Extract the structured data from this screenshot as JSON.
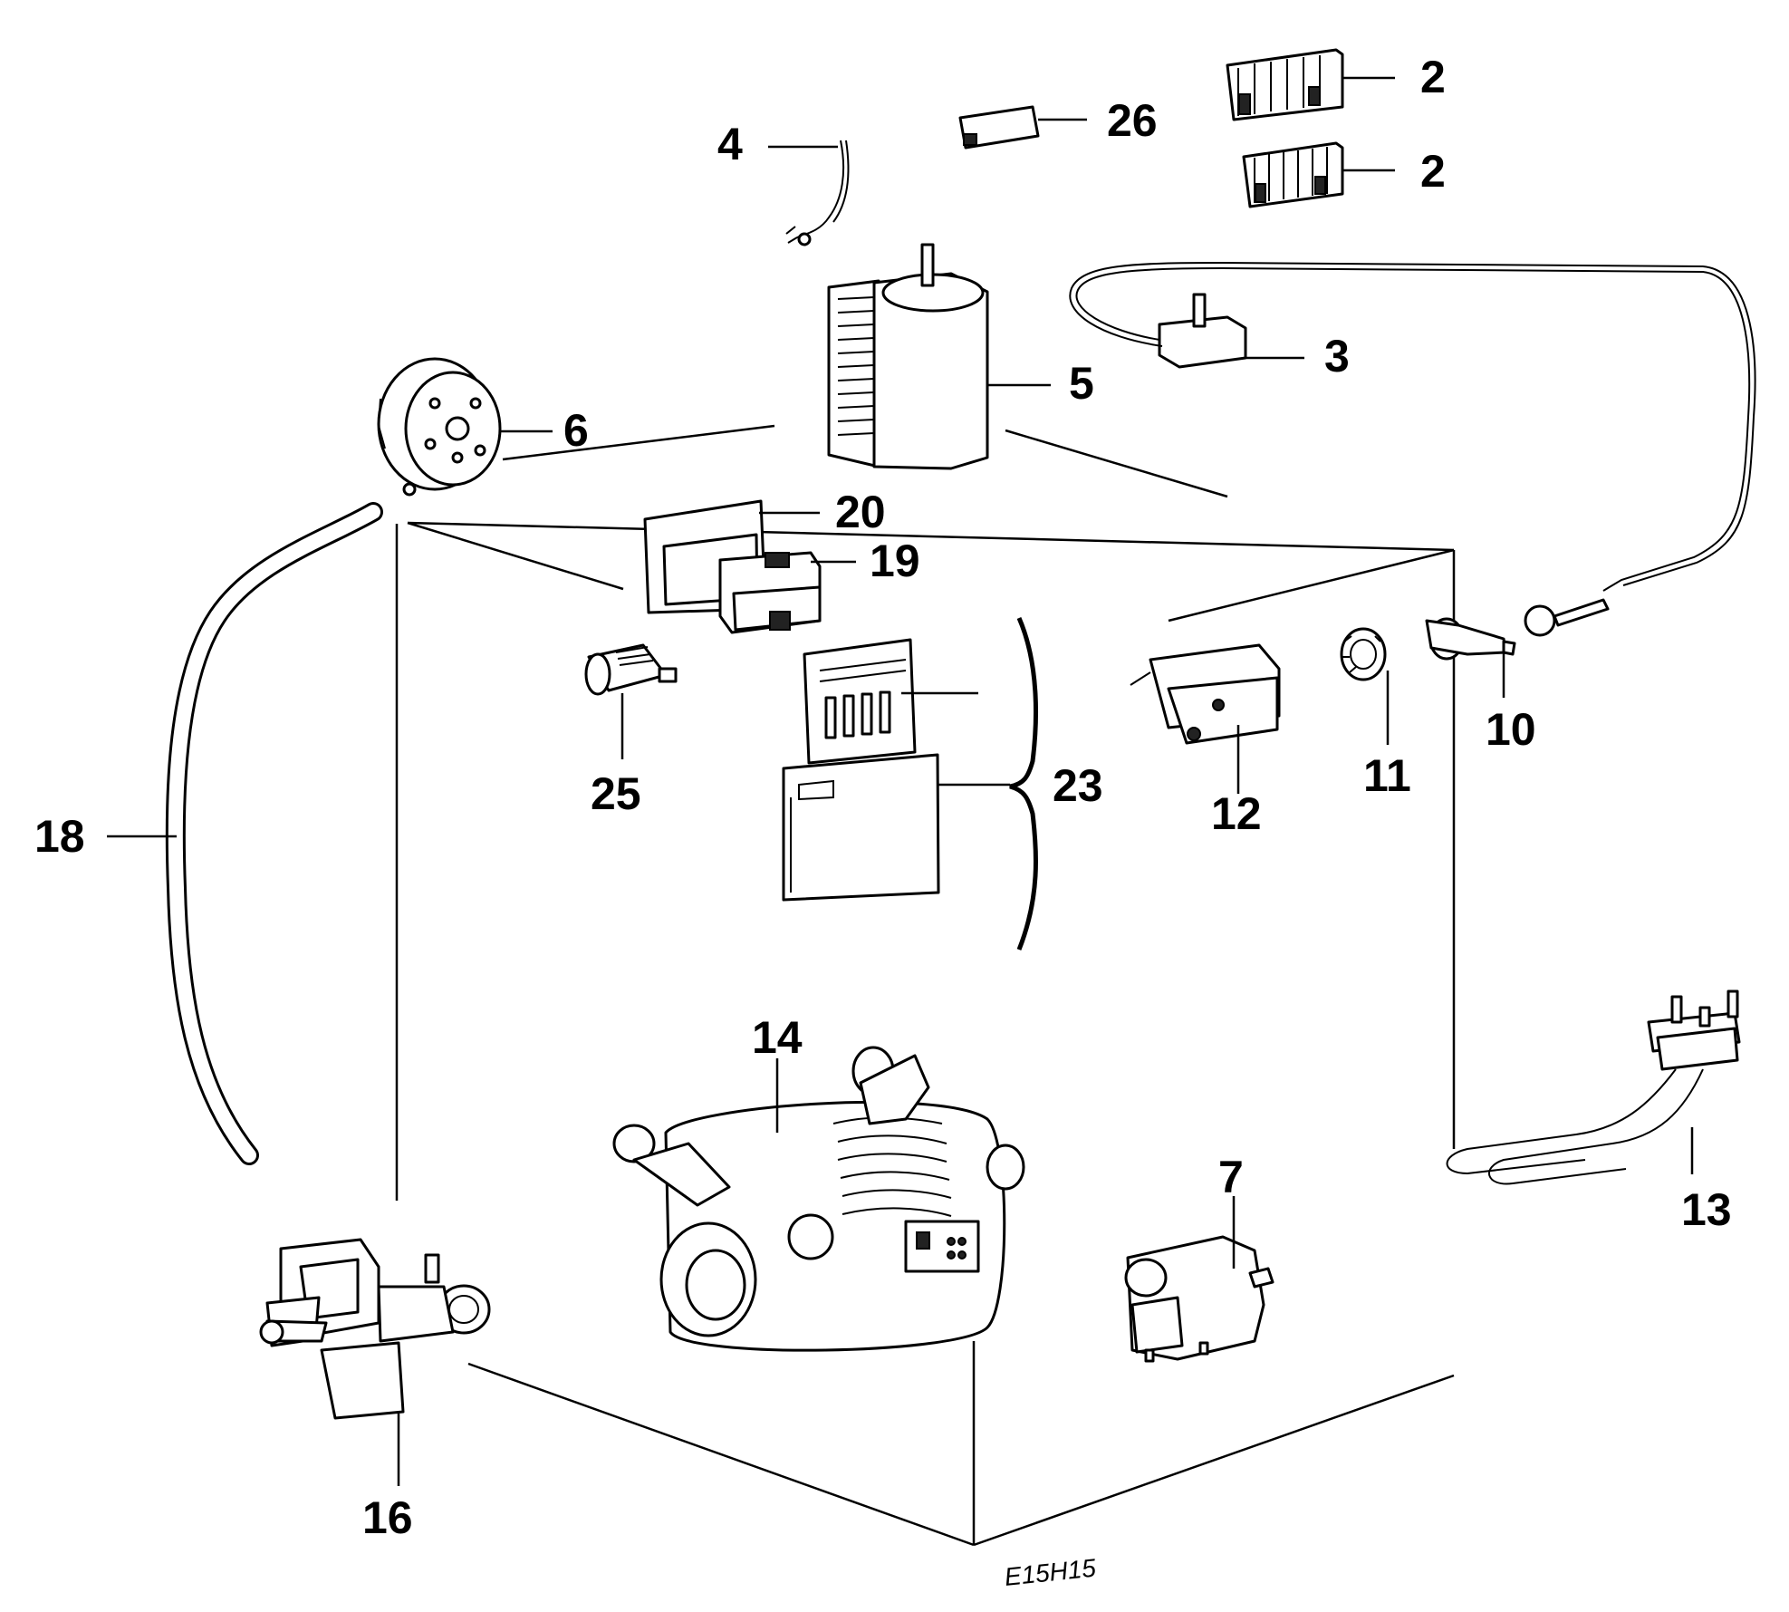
{
  "diagram": {
    "code": "E15H15",
    "labels": {
      "p2a": "2",
      "p2b": "2",
      "p3": "3",
      "p4": "4",
      "p5": "5",
      "p6": "6",
      "p7": "7",
      "p10": "10",
      "p11": "11",
      "p12": "12",
      "p13": "13",
      "p14": "14",
      "p16": "16",
      "p18": "18",
      "p19": "19",
      "p20": "20",
      "p23": "23",
      "p25": "25",
      "p26": "26"
    }
  }
}
